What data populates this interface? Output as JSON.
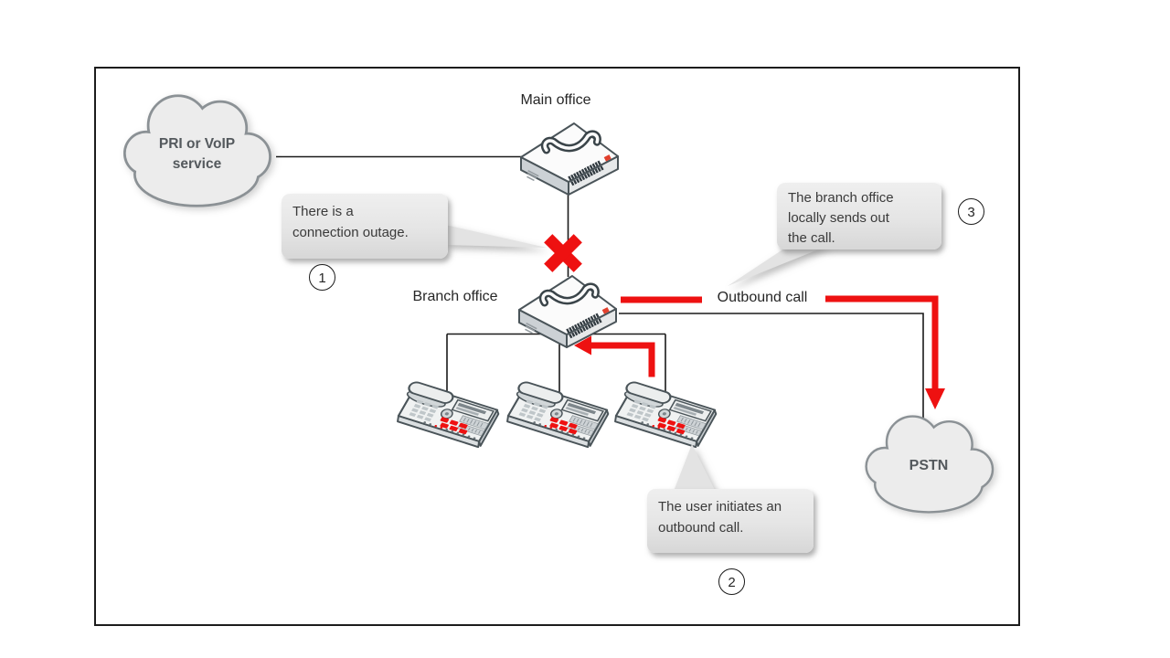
{
  "nodes": {
    "pri_cloud": {
      "label": [
        "PRI or VoIP",
        "service"
      ]
    },
    "main_office": {
      "label": "Main office"
    },
    "branch_office": {
      "label": "Branch office"
    },
    "pstn_cloud": {
      "label": "PSTN"
    }
  },
  "edge_labels": {
    "outbound_call": "Outbound call"
  },
  "callouts": {
    "outage": {
      "number": "1",
      "text": [
        "There is a",
        "connection outage."
      ]
    },
    "initiate": {
      "number": "2",
      "text": [
        "The user initiates an",
        "outbound call."
      ]
    },
    "sendout": {
      "number": "3",
      "text": [
        "The branch office",
        "locally sends out",
        "the call."
      ]
    }
  },
  "colors": {
    "alert_red": "#ee1111",
    "line_color": "#1a1a1a",
    "cloud_fill": "#ececec",
    "cloud_stroke": "#8b9195",
    "callout_fill": "#e5e5e5"
  }
}
